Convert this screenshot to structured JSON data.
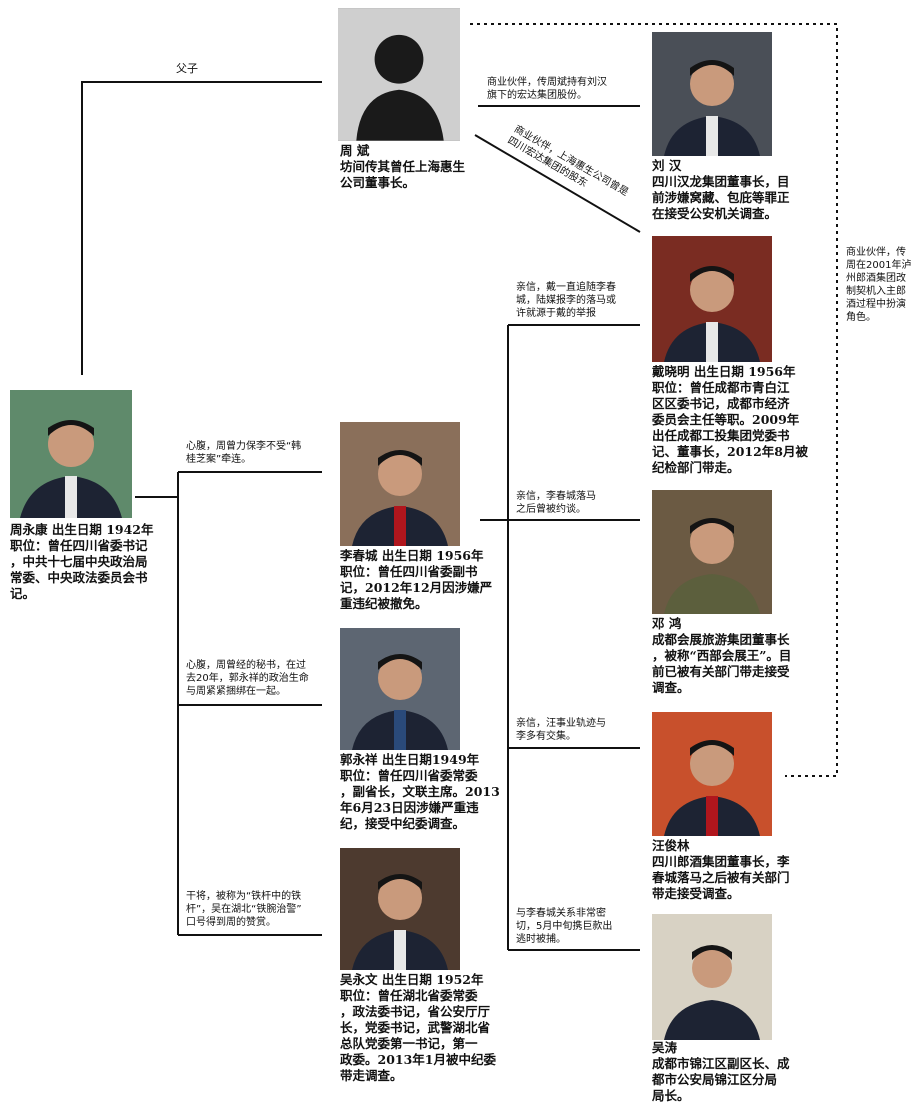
{
  "relations": {
    "father_son": "父子",
    "zhoubin_liuhan": "商业伙伴，传周斌持有刘汉\n旗下的宏达集团股份。",
    "zhoubin_diagonal": "商业伙伴，上海惠生公司曾是\n四川宏达集团的股东",
    "zhoubin_wangjunlin": "商业伙伴，传\n周在2001年泸\n州郎酒集团改\n制契机入主郎\n酒过程中扮演\n角色。",
    "zhou_li": "心腹，周曾力保李不受“韩\n桂芝案”牵连。",
    "zhou_guo": "心腹，周曾经的秘书，在过\n去20年，郭永祥的政治生命\n与周紧紧捆绑在一起。",
    "zhou_wu": "干将，被称为“铁杆中的铁\n杆”，吴在湖北“铁腕治警”\n口号得到周的赞赏。",
    "li_dai": "亲信，戴一直追随李春\n城，陆媒报李的落马或\n许就源于戴的举报",
    "li_deng": "亲信，李春城落马\n之后曾被约谈。",
    "li_wang": "亲信，汪事业轨迹与\n李多有交集。",
    "li_wutao": "与李春城关系非常密\n切，5月中旬携巨款出\n逃时被捕。"
  },
  "people": {
    "zhou_yongkang": {
      "caption": "周永康  出生日期 1942年\n职位：曾任四川省委书记\n，中共十七届中央政治局\n常委、中央政法委员会书\n记。"
    },
    "zhou_bin": {
      "caption": "周  斌\n坊间传其曾任上海惠生\n公司董事长。"
    },
    "liu_han": {
      "caption": "刘  汉\n四川汉龙集团董事长，目\n前涉嫌窝藏、包庇等罪正\n在接受公安机关调查。"
    },
    "dai_xiaoming": {
      "caption": "戴晓明  出生日期 1956年\n职位：曾任成都市青白江\n区区委书记，成都市经济\n委员会主任等职。2009年\n出任成都工投集团党委书\n记、董事长，2012年8月被\n纪检部门带走。"
    },
    "li_chuncheng": {
      "caption": "李春城  出生日期 1956年\n职位：曾任四川省委副书\n记，2012年12月因涉嫌严\n重违纪被撤免。"
    },
    "deng_hong": {
      "caption": "邓  鸿\n成都会展旅游集团董事长\n，被称“西部会展王”。目\n前已被有关部门带走接受\n调查。"
    },
    "guo_yongxiang": {
      "caption": "郭永祥  出生日期1949年\n职位：曾任四川省委常委\n，副省长，文联主席。2013\n年6月23日因涉嫌严重违\n纪，接受中纪委调查。"
    },
    "wang_junlin": {
      "caption": "汪俊林\n四川郎酒集团董事长，李\n春城落马之后被有关部门\n带走接受调查。"
    },
    "wu_yongwen": {
      "caption": "吴永文  出生日期 1952年\n职位：曾任湖北省委常委\n，政法委书记，省公安厅厅\n长，党委书记，武警湖北省\n总队党委第一书记，第一\n政委。2013年1月被中纪委\n带走调查。"
    },
    "wu_tao": {
      "caption": "吴涛\n成都市锦江区副区长、成\n都市公安局锦江区分局\n局长。"
    }
  },
  "colors": {
    "line": "#111111",
    "photo_bg": "#6b6b6b",
    "suit": "#1d2333",
    "skin": "#c99a7c",
    "hair": "#141414",
    "tie": "#b0161d"
  }
}
